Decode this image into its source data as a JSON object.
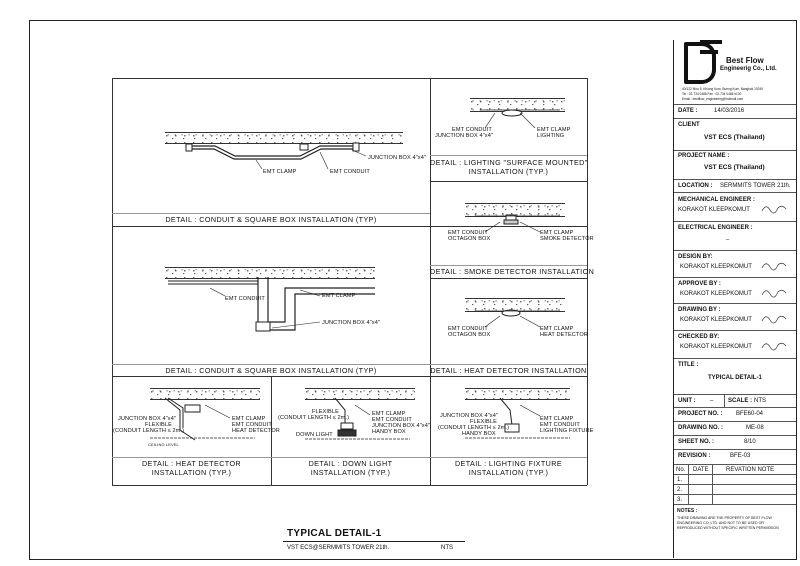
{
  "company": {
    "name_line1": "Best Flow",
    "name_line2": "Engineerig Co., Ltd.",
    "address": "40/122 Moo 5, Khlong Kum, Bueng Kum, Bangkok 10240",
    "tel": "Tel : 02-734 0486  Fax : 02-734 0486 #100",
    "email": "Email : bestflow_engineering@hotmail.com"
  },
  "titleblock": {
    "date_label": "DATE :",
    "date_value": "14/03/2016",
    "client_label": "CLIENT",
    "client_value": "VST  ECS (Thailand)",
    "project_label": "PROJECT NAME :",
    "project_value": "VST  ECS (Thailand)",
    "location_label": "LOCATION :",
    "location_value": "SERMMITS TOWER 21th.",
    "mech_label": "MECHANICAL ENGINEER :",
    "mech_value": "KORAKOT  KLEEPKOMUT",
    "elec_label": "ELECTRICAL ENGINEER :",
    "elec_value": "–",
    "design_label": "DESIGN BY:",
    "design_value": "KORAKOT  KLEEPKOMUT",
    "approve_label": "APPROVE BY :",
    "approve_value": "KORAKOT  KLEEPKOMUT",
    "drawing_by_label": "DRAWING BY :",
    "drawing_by_value": "KORAKOT  KLEEPKOMUT",
    "checked_label": "CHECKED BY:",
    "checked_value": "KORAKOT  KLEEPKOMUT",
    "title_label": "TITLE :",
    "title_value": "TYPICAL  DETAIL-1",
    "unit_label": "UNIT :",
    "unit_value": "–",
    "scale_label": "SCALE :",
    "scale_value": "NTS",
    "project_no_label": "PROJECT NO. :",
    "project_no_value": "BFE60-04",
    "drawing_no_label": "DRAWING NO. :",
    "drawing_no_value": "ME-08",
    "sheet_label": "SHEET NO. :",
    "sheet_value": "8/10",
    "revision_label": "REVISION :",
    "revision_value": "BFE-03",
    "rev_table_headers": [
      "No.",
      "DATE",
      "REVATION NOTE"
    ],
    "rev_table_rows": [
      "1.",
      "2.",
      "3."
    ],
    "notes_label": "NOTES :",
    "notes_text": "THESE DRAWING ARE THE PROPERTY OF BEST FLOW ENGINEERING CO.,LTD. AND NOT TO BE USED OR REPRODUCED WITHOUT SPECIFIC WRITTEN PERMISSION"
  },
  "captions": {
    "d1": "DETAIL : CONDUIT & SQUARE BOX INSTALLATION (TYP)",
    "d2": "DETAIL : CONDUIT & SQUARE BOX INSTALLATION (TYP)",
    "d3_l1": "DETAIL : LIGHTING \"SURFACE MOUNTED\"",
    "d3_l2": "INSTALLATION (TYP.)",
    "d4": "DETAIL : SMOKE DETECTOR INSTALLATION",
    "d5": "DETAIL : HEAT DETECTOR INSTALLATION",
    "d6_l1": "DETAIL : HEAT DETECTOR",
    "d6_l2": "INSTALLATION (TYP.)",
    "d7_l1": "DETAIL : DOWN LIGHT",
    "d7_l2": "INSTALLATION (TYP.)",
    "d8_l1": "DETAIL : LIGHTING FIXTURE",
    "d8_l2": "INSTALLATION (TYP.)"
  },
  "labels": {
    "emt_clamp": "EMT CLAMP",
    "emt_conduit": "EMT CONDUIT",
    "junction_box": "JUNCTION BOX 4\"x4\"",
    "lighting": "LIGHTING",
    "octagon_box": "OCTAGON BOX",
    "smoke_detector": "SMOKE DETECTOR",
    "heat_detector": "HEAT DETECTOR",
    "flexible": "FLEXIBLE",
    "flexible_len": "(CONDUIT LENGTH ≤ 2m.)",
    "handy_box": "HANDY BOX",
    "down_light": "DOWN LIGHT",
    "lighting_fixture": "LIGHTING FIXTURE",
    "ceiling_level": "CEILING LEVEL"
  },
  "footer": {
    "title": "TYPICAL DETAIL-1",
    "subtitle": "VST ECS@SERMMITS TOWER 21th.",
    "scale": "NTS"
  }
}
